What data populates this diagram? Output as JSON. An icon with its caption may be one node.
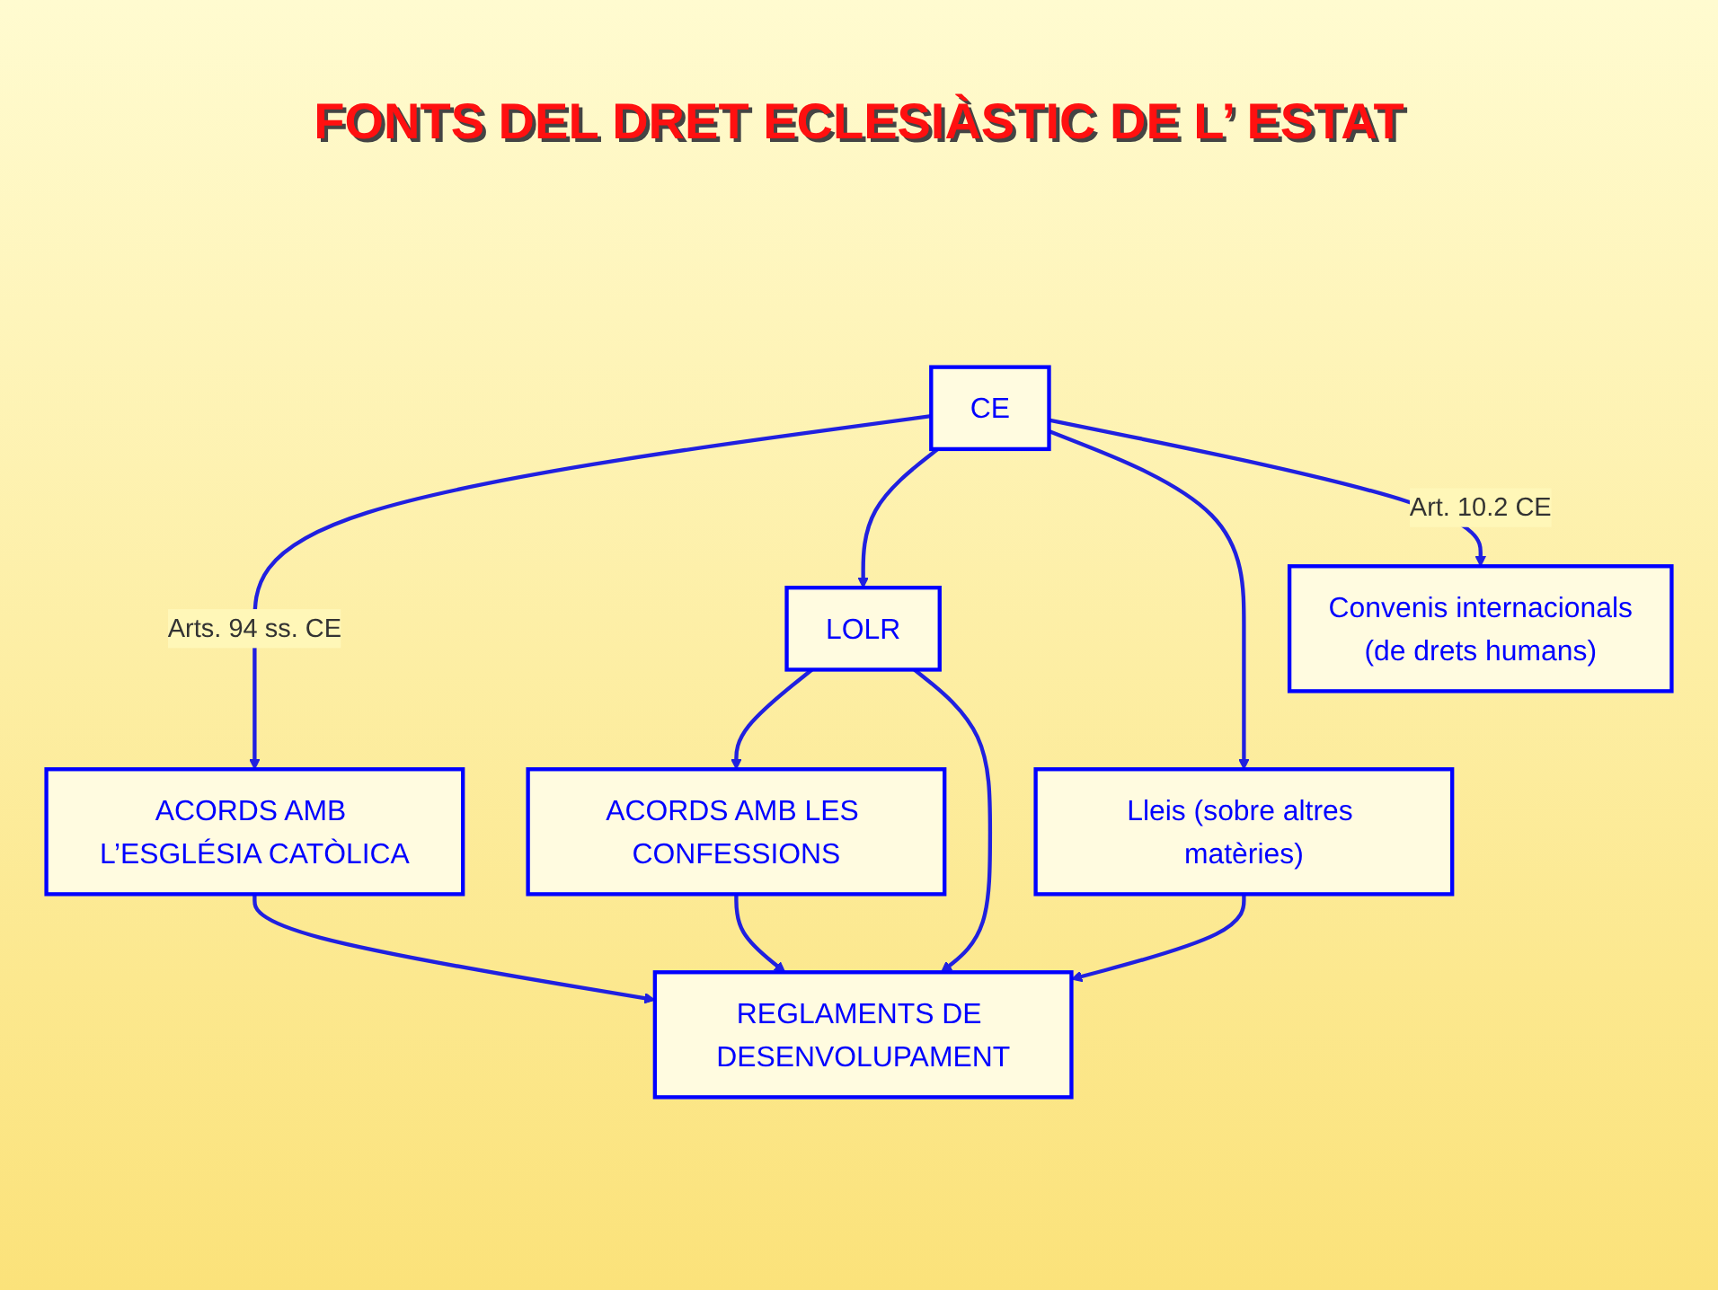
{
  "diagram": {
    "title": "FONTS DEL DRET ECLESIÀSTIC DE L’ ESTAT",
    "nodes": [
      {
        "text": [
          "CE"
        ]
      },
      {
        "text": [
          "Convenis internacionals",
          "(de drets humans)"
        ]
      },
      {
        "text": [
          "ACORDS AMB L’ESGLÉSIA CATÒLICA"
        ]
      },
      {
        "text": [
          "LOLR"
        ]
      },
      {
        "text": [
          "Lleis (sobre altres matèries)"
        ]
      },
      {
        "text": [
          "ACORDS AMB LES CONFESSIONS"
        ]
      },
      {
        "text": [
          "REGLAMENTS DE DESENVOLUPAMENT"
        ]
      }
    ],
    "edges": [
      {
        "from": 0,
        "to": 2,
        "arrow": "to",
        "label": "Arts. 94 ss. CE"
      },
      {
        "from": 0,
        "to": 3,
        "arrow": "to"
      },
      {
        "from": 0,
        "to": 4,
        "arrow": "to"
      },
      {
        "from": 0,
        "to": 1,
        "arrow": "to",
        "label": "Art. 10.2 CE"
      },
      {
        "from": 3,
        "to": 5,
        "arrow": "to"
      },
      {
        "from": 3,
        "to": 6,
        "arrow": "to"
      },
      {
        "from": 2,
        "to": 6,
        "arrow": "to"
      },
      {
        "from": 5,
        "to": 6,
        "arrow": "to"
      },
      {
        "from": 4,
        "to": 6,
        "arrow": "to"
      }
    ]
  }
}
